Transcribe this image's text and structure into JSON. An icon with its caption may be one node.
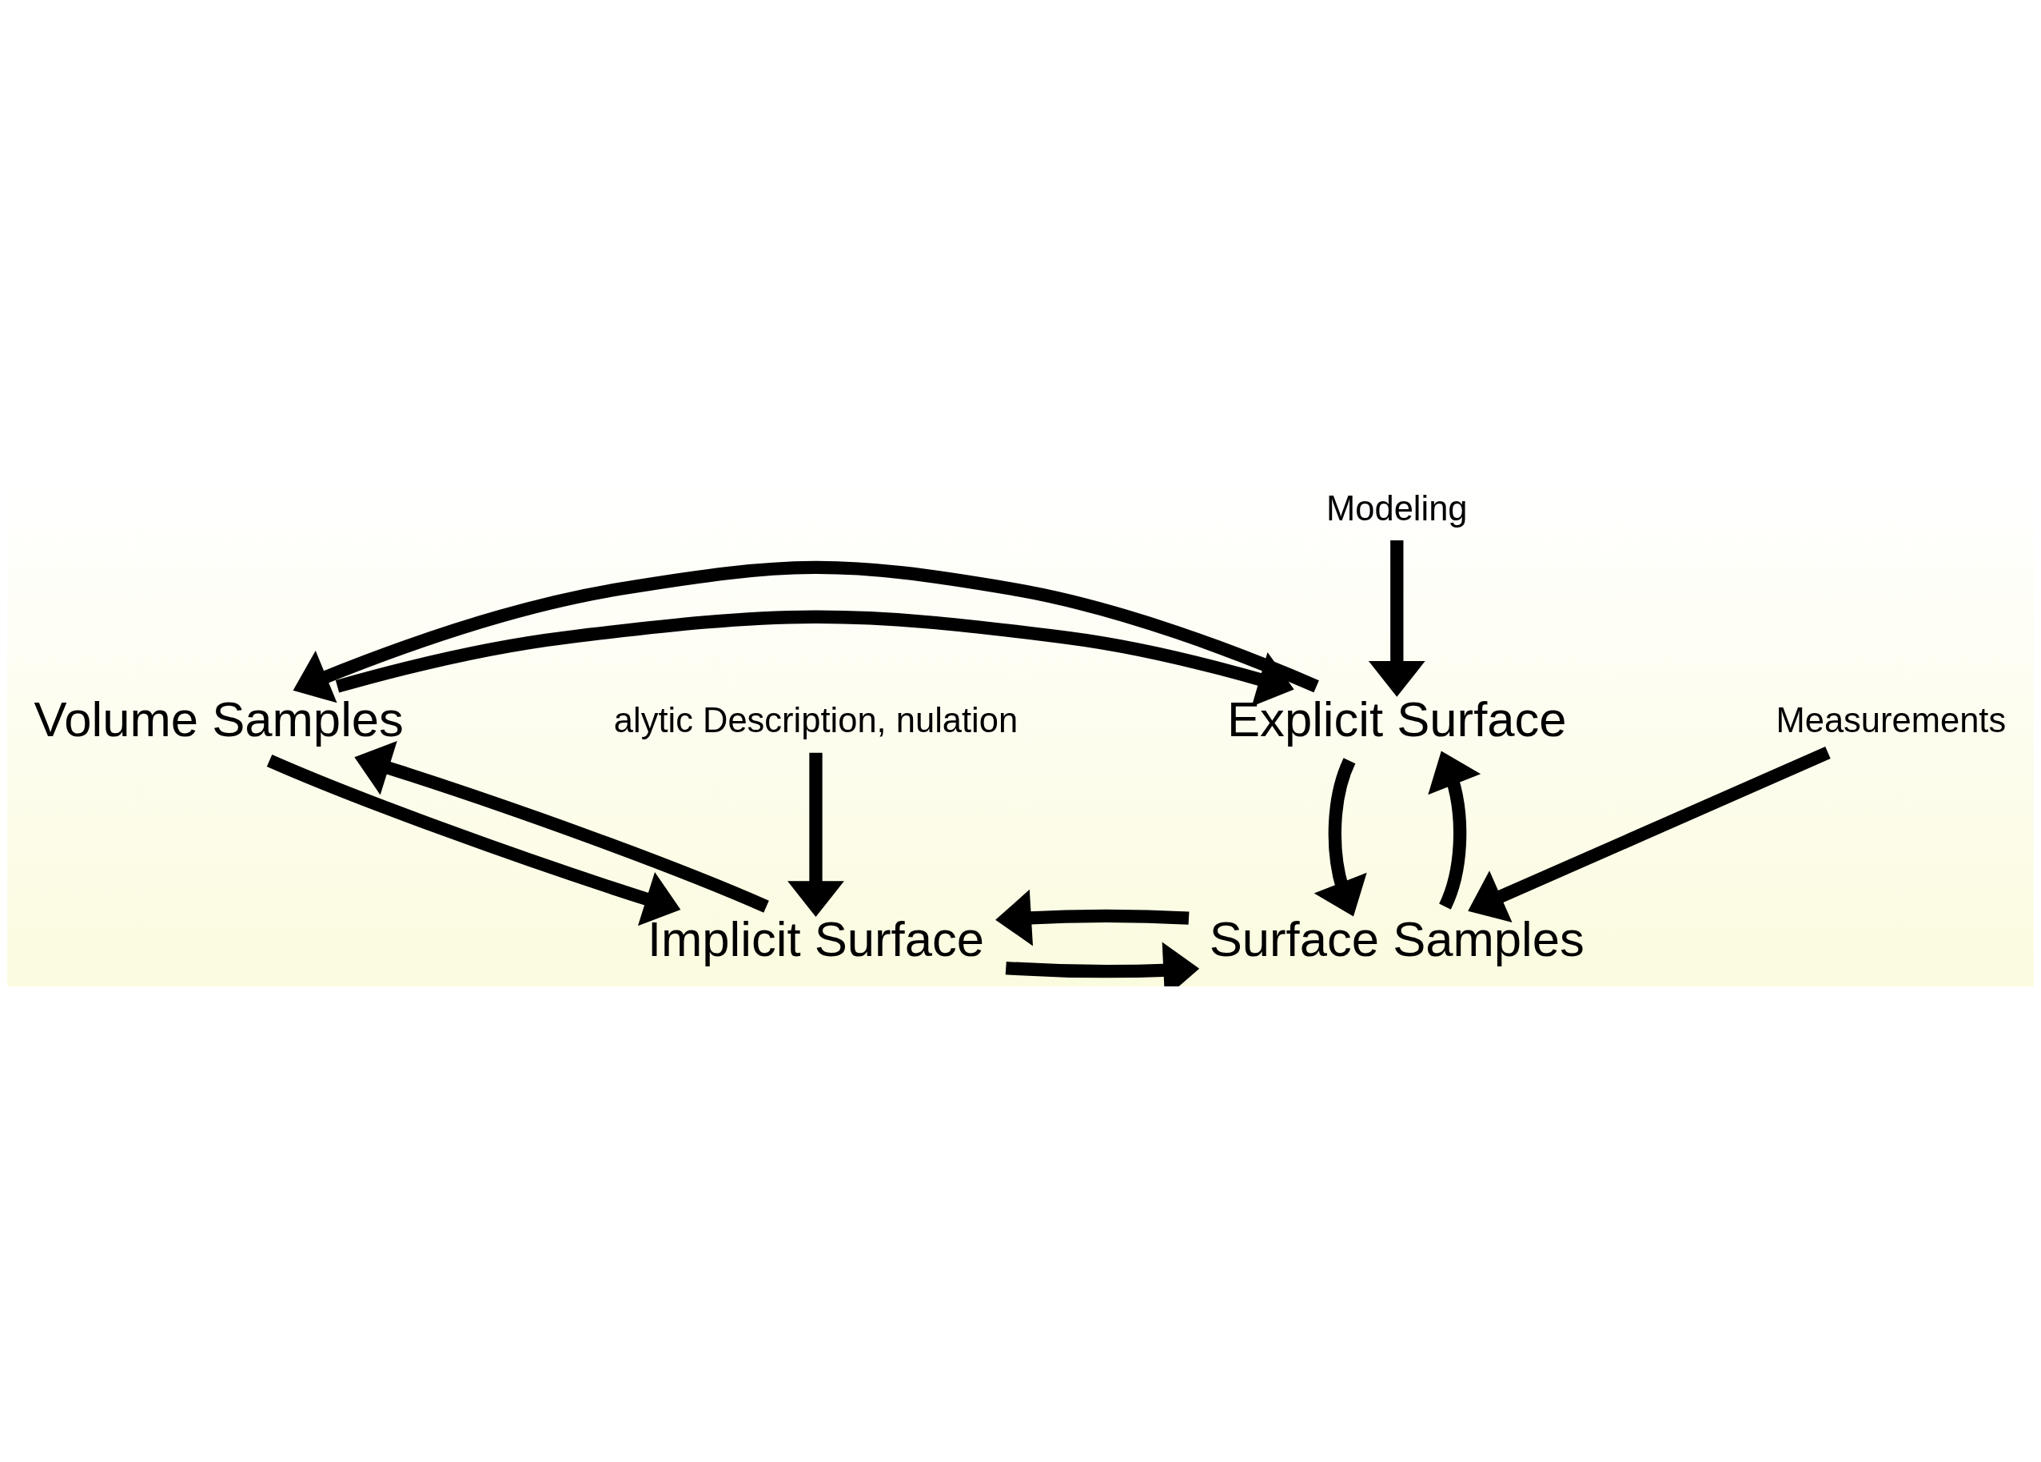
{
  "diagram": {
    "nodes": [
      {
        "text": [
          "Volume Samples"
        ]
      },
      {
        "text": [
          "Explicit Surface"
        ]
      },
      {
        "text": [
          "Implicit Surface"
        ]
      },
      {
        "text": [
          "Surface Samples"
        ]
      },
      {
        "text": [
          "Modeling"
        ]
      },
      {
        "text": [
          "alytic Description, nulation"
        ]
      },
      {
        "text": [
          "Measurements"
        ]
      }
    ],
    "edges": [
      {
        "from": 0,
        "to": 1,
        "arrow": "to"
      },
      {
        "from": 1,
        "to": 0,
        "arrow": "to"
      },
      {
        "from": 2,
        "to": 0,
        "arrow": "to"
      },
      {
        "from": 0,
        "to": 2,
        "arrow": "to"
      },
      {
        "from": 3,
        "to": 1,
        "arrow": "to"
      },
      {
        "from": 1,
        "to": 3,
        "arrow": "to"
      },
      {
        "from": 2,
        "to": 3,
        "arrow": "to"
      },
      {
        "from": 3,
        "to": 2,
        "arrow": "to"
      },
      {
        "from": 4,
        "to": 1,
        "arrow": "to"
      },
      {
        "from": 5,
        "to": 2,
        "arrow": "to"
      },
      {
        "from": 6,
        "to": 3,
        "arrow": "to"
      }
    ]
  }
}
